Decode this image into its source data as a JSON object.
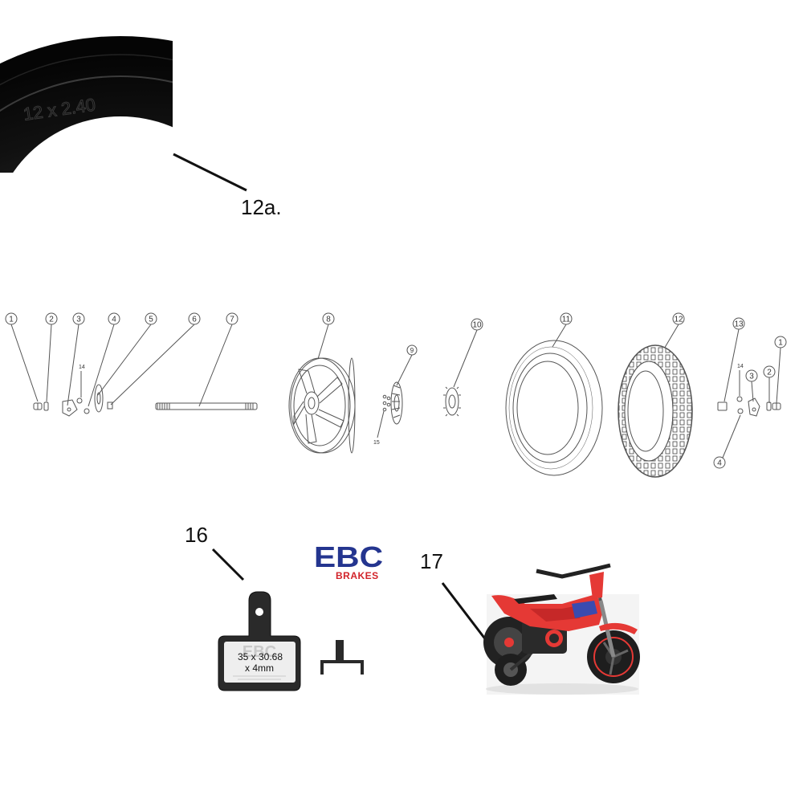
{
  "photo_tyre": {
    "label": "12a.",
    "sidewall_marking": "12 x 2.40"
  },
  "exploded_view": {
    "callouts": [
      "1",
      "2",
      "3",
      "4",
      "5",
      "6",
      "7",
      "8",
      "9",
      "10",
      "11",
      "12",
      "13",
      "1",
      "2",
      "3",
      "4"
    ],
    "small_labels": [
      "14",
      "15",
      "14"
    ]
  },
  "brake_pad": {
    "label": "16",
    "brand_line1": "EBC",
    "brand_line2": "BRAKES",
    "pad_watermark": "EBC",
    "dimension_line1": "35 x 30.68",
    "dimension_line2": "x 4mm"
  },
  "bike": {
    "label": "17"
  },
  "colors": {
    "brand_blue": "#24358f",
    "brand_red": "#d2232a",
    "bike_red": "#e53935",
    "line_art": "#555555"
  }
}
